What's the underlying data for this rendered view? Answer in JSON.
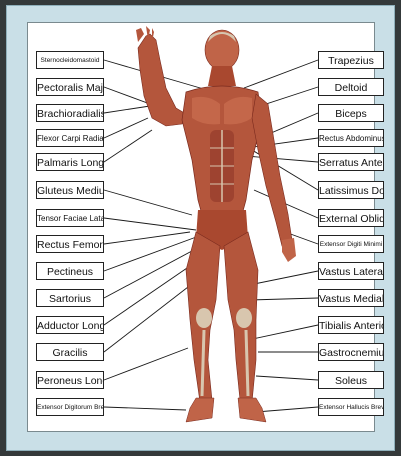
{
  "labels_left": [
    {
      "text": "Sternocleidomastoid",
      "size": "xs"
    },
    {
      "text": "Pectoralis Major",
      "size": "md"
    },
    {
      "text": "Brachioradialis",
      "size": "md"
    },
    {
      "text": "Flexor Carpi Radialis",
      "size": "sm"
    },
    {
      "text": "Palmaris Longus",
      "size": "md"
    },
    {
      "text": "Gluteus Medius",
      "size": "md"
    },
    {
      "text": "Tensor Faciae Latae",
      "size": "sm"
    },
    {
      "text": "Rectus Femoris",
      "size": "md"
    },
    {
      "text": "Pectineus",
      "size": "md"
    },
    {
      "text": "Sartorius",
      "size": "md"
    },
    {
      "text": "Adductor Longus",
      "size": "md"
    },
    {
      "text": "Gracilis",
      "size": "md"
    },
    {
      "text": "Peroneus Longus",
      "size": "md"
    },
    {
      "text": "Extensor Digitorum Brevis",
      "size": "xs"
    }
  ],
  "labels_right": [
    {
      "text": "Trapezius",
      "size": "md"
    },
    {
      "text": "Deltoid",
      "size": "md"
    },
    {
      "text": "Biceps",
      "size": "md"
    },
    {
      "text": "Rectus Abdominus",
      "size": "sm"
    },
    {
      "text": "Serratus Anterior",
      "size": "md"
    },
    {
      "text": "Latissimus Dorsi",
      "size": "md"
    },
    {
      "text": "External Oblique",
      "size": "md"
    },
    {
      "text": "Extensor Digiti Minimi",
      "size": "xs"
    },
    {
      "text": "Vastus Lateralis",
      "size": "md"
    },
    {
      "text": "Vastus Medialis",
      "size": "md"
    },
    {
      "text": "Tibialis Anterior",
      "size": "md"
    },
    {
      "text": "Gastrocnemius",
      "size": "md"
    },
    {
      "text": "Soleus",
      "size": "md"
    },
    {
      "text": "Extensor Hallucis Brevis",
      "size": "xs"
    }
  ],
  "colors": {
    "muscle": "#b4563c",
    "muscle_dark": "#8a3324",
    "tendon": "#d8c6ae",
    "skin": "#d99a7c",
    "mat": "#c9dfe7",
    "frame": "#34393a"
  }
}
